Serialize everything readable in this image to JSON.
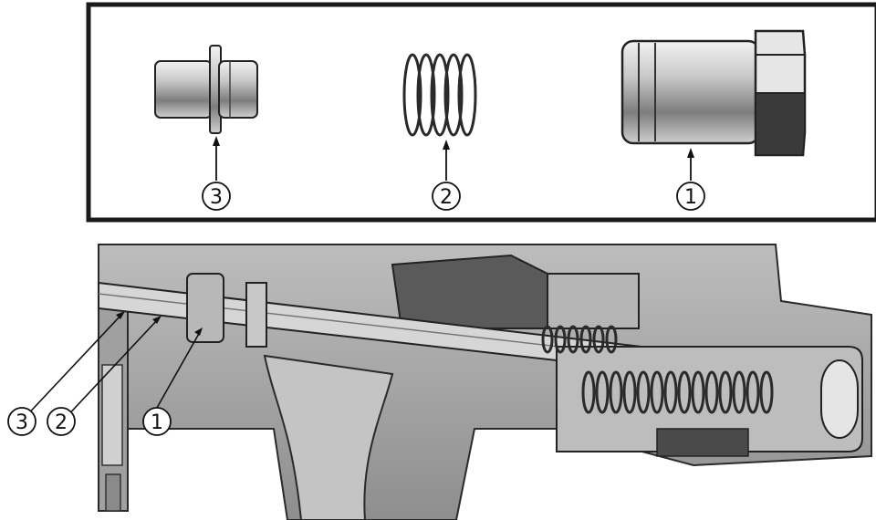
{
  "parts_panel": {
    "parts": [
      {
        "name": "pin",
        "callout": "3"
      },
      {
        "name": "spring",
        "callout": "2"
      },
      {
        "name": "nozzle-fitting",
        "callout": "1"
      }
    ]
  },
  "section_view": {
    "callouts": [
      "3",
      "2",
      "1"
    ]
  },
  "colors": {
    "frame": "#1a1a1a",
    "metal_light": "#d9d9d9",
    "metal_mid": "#9c9c9c",
    "metal_dark": "#3a3a3a",
    "body_grey": "#a3a3a3"
  }
}
